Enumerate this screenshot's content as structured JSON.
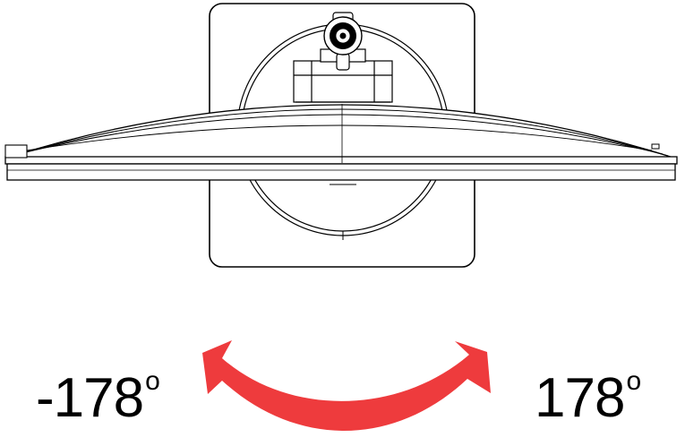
{
  "labels": {
    "left_angle": "-178",
    "right_angle": "178",
    "degree_mark": "o"
  },
  "colors": {
    "arrow": "#ee3b3d",
    "line": "#000000",
    "background": "#ffffff"
  },
  "icons": {
    "arrow": "curved-double-arrow-icon",
    "monitor": "monitor-top-view-icon"
  }
}
